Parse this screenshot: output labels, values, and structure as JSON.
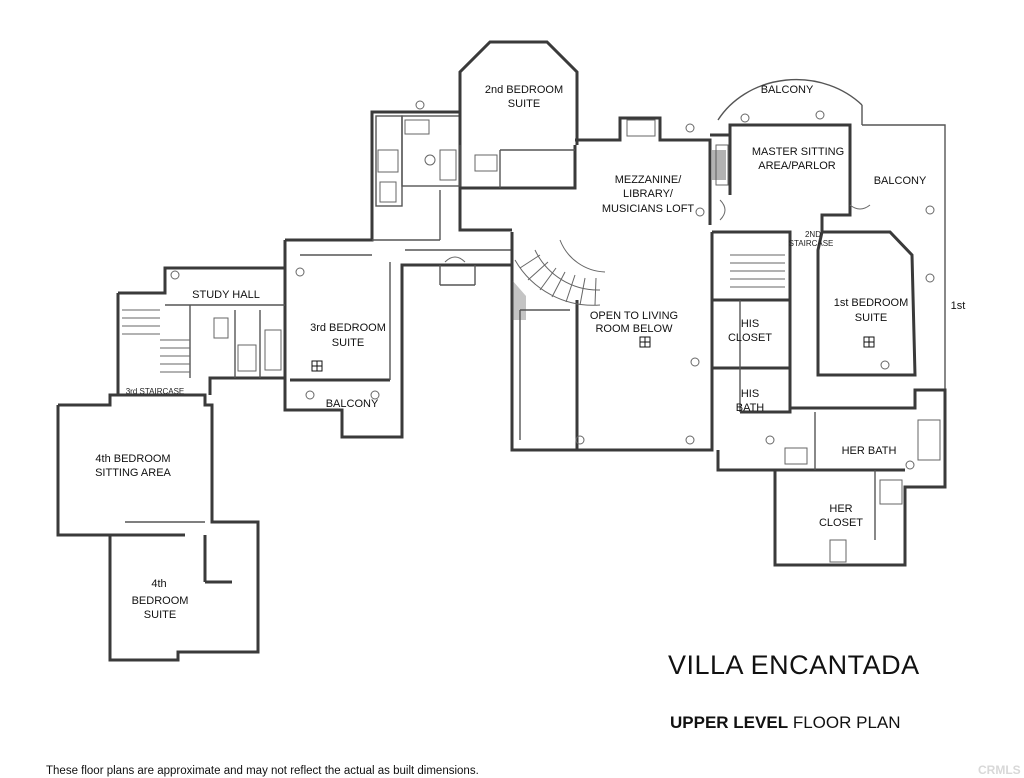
{
  "plan": {
    "title": "VILLA ENCANTADA",
    "subtitle_bold": "UPPER LEVEL",
    "subtitle_rest": " FLOOR PLAN",
    "disclaimer": "These floor plans are approximate and may not reflect the actual as built dimensions.",
    "watermark": "CRMLS"
  },
  "rooms": {
    "bedroom2_l1": "2nd BEDROOM",
    "bedroom2_l2": "SUITE",
    "balcony_top": "BALCONY",
    "master_sitting_l1": "MASTER SITTING",
    "master_sitting_l2": "AREA/PARLOR",
    "balcony_right": "BALCONY",
    "mezzanine_l1": "MEZZANINE/",
    "mezzanine_l2": "LIBRARY/",
    "mezzanine_l3": "MUSICIANS LOFT",
    "staircase2_l1": "2ND",
    "staircase2_l2": "STAIRCASE",
    "bedroom1_l1": "1st BEDROOM",
    "bedroom1_l2": "SUITE",
    "first_tag": "1st",
    "study_hall": "STUDY HALL",
    "bedroom3_l1": "3rd BEDROOM",
    "bedroom3_l2": "SUITE",
    "open_living_l1": "OPEN TO LIVING",
    "open_living_l2": "ROOM BELOW",
    "his_closet_l1": "HIS",
    "his_closet_l2": "CLOSET",
    "his_bath_l1": "HIS",
    "his_bath_l2": "BATH",
    "staircase3": "3rd STAIRCASE",
    "balcony_mid": "BALCONY",
    "her_bath": "HER BATH",
    "bedroom4_sitting_l1": "4th BEDROOM",
    "bedroom4_sitting_l2": "SITTING AREA",
    "her_closet_l1": "HER",
    "her_closet_l2": "CLOSET",
    "bedroom4_l1": "4th",
    "bedroom4_l2": "BEDROOM",
    "bedroom4_l3": "SUITE"
  }
}
